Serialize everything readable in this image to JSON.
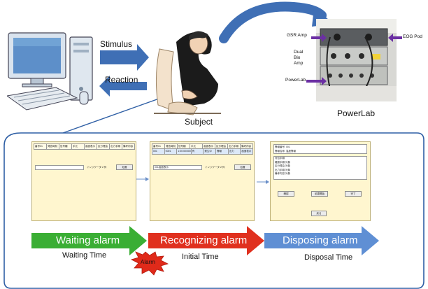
{
  "top": {
    "stimulus_label": "Stimulus",
    "reaction_label": "Reaction",
    "subject_label": "Subject",
    "powerlab_caption": "PowerLab",
    "equipment_labels": {
      "gsr_amp": "GSR Amp",
      "eog_pod": "EOG Pod",
      "dual_bio_amp": "Dual\nBio\nAmp",
      "powerlab": "PowerLab"
    }
  },
  "screens": {
    "screen1": {
      "headers": [
        "番号01",
        "発信時刻",
        "信号種",
        "手元",
        "画面表示",
        "区分理由",
        "出力手順",
        "備考内容"
      ],
      "field_value": "インジゲータ 2 件",
      "button": "処置"
    },
    "screen2": {
      "headers": [
        "番号01",
        "発信時刻",
        "信号種",
        "手元",
        "画面表示",
        "区分理由",
        "出力手順",
        "備考内容"
      ],
      "row": [
        "001",
        "0001",
        "1:00:00/000",
        "有",
        "発生中",
        "警報",
        "出力",
        "画面表示"
      ],
      "field_left": "001画面表示",
      "field_value": "インジゲータ 2 件",
      "button": "処置"
    },
    "screen3": {
      "line1": "警報番号: 001",
      "line2": "警報名称: 温度警報",
      "list": [
        "対処手順",
        "確認手順 対象",
        "区分理由 対象",
        "出力手順 対象",
        "備考内容 対象"
      ],
      "buttons": [
        "確認",
        "処置開始",
        "完了"
      ],
      "bottom_button": "戻る"
    }
  },
  "stages": [
    {
      "label": "Waiting alarm",
      "time": "Waiting Time",
      "color": "#3aae34"
    },
    {
      "label": "Recognizing alarm",
      "time": "Initial Time",
      "color": "#e0301e"
    },
    {
      "label": "Disposing alarm",
      "time": "Disposal Time",
      "color": "#5f8fd4"
    }
  ],
  "alarm_burst": "Alarm",
  "colors": {
    "arrow_blue": "#3f6fb5",
    "frame_blue": "#2f5fa5",
    "burst_red": "#e02a1a"
  }
}
